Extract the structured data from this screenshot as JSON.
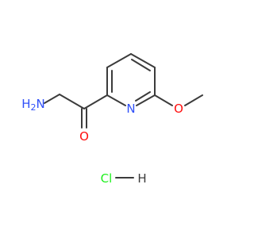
{
  "atoms": {
    "amine": {
      "label": "NH2",
      "color": "#3050f8"
    },
    "carbonyl_oxygen": {
      "label": "O",
      "color": "#ff0d0d"
    },
    "ring_nitrogen": {
      "label": "N",
      "color": "#3050f8"
    },
    "ether_oxygen": {
      "label": "O",
      "color": "#ff0d0d"
    },
    "salt": {
      "label": "Cl",
      "color": "#1ff01f"
    },
    "salt_hydrogen": {
      "label": "H",
      "color": "#3b3b3b"
    }
  },
  "bond_color": "#3b3b3b"
}
